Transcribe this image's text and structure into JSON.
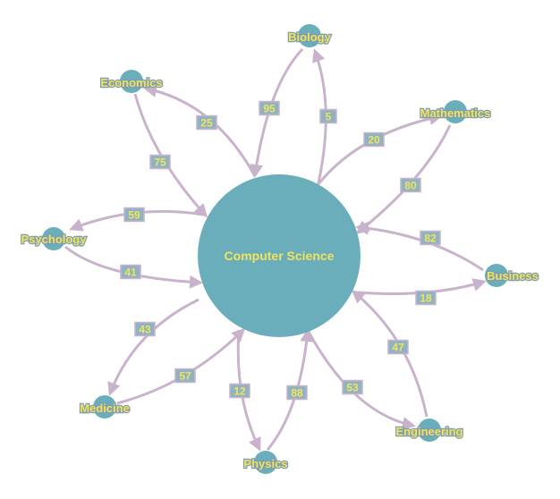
{
  "center": {
    "label": "Computer Science"
  },
  "colors": {
    "node": "#6aaebb",
    "label": "#f2e35a",
    "edge": "#c9b3cc",
    "badge": "#8fb3c2"
  },
  "nodes": [
    {
      "id": "biology",
      "label": "Biology"
    },
    {
      "id": "mathematics",
      "label": "Mathematics"
    },
    {
      "id": "business",
      "label": "Business"
    },
    {
      "id": "engineering",
      "label": "Engineering"
    },
    {
      "id": "physics",
      "label": "Physics"
    },
    {
      "id": "medicine",
      "label": "Medicine"
    },
    {
      "id": "psychology",
      "label": "Psychology"
    },
    {
      "id": "economics",
      "label": "Economics"
    }
  ],
  "edges": [
    {
      "id": "cs-biology",
      "from": "center",
      "to": "biology",
      "value": "5"
    },
    {
      "id": "biology-cs",
      "from": "biology",
      "to": "center",
      "value": "95"
    },
    {
      "id": "cs-mathematics",
      "from": "center",
      "to": "mathematics",
      "value": "20"
    },
    {
      "id": "mathematics-cs",
      "from": "mathematics",
      "to": "center",
      "value": "80"
    },
    {
      "id": "business-cs",
      "from": "business",
      "to": "center",
      "value": "82"
    },
    {
      "id": "cs-business",
      "from": "center",
      "to": "business",
      "value": "18"
    },
    {
      "id": "engineering-cs",
      "from": "engineering",
      "to": "center",
      "value": "47"
    },
    {
      "id": "cs-engineering",
      "from": "center",
      "to": "engineering",
      "value": "53"
    },
    {
      "id": "physics-cs",
      "from": "physics",
      "to": "center",
      "value": "88"
    },
    {
      "id": "cs-physics",
      "from": "center",
      "to": "physics",
      "value": "12"
    },
    {
      "id": "medicine-cs",
      "from": "medicine",
      "to": "center",
      "value": "57"
    },
    {
      "id": "cs-medicine",
      "from": "center",
      "to": "medicine",
      "value": "43"
    },
    {
      "id": "psychology-cs",
      "from": "psychology",
      "to": "center",
      "value": "41"
    },
    {
      "id": "cs-psychology",
      "from": "center",
      "to": "psychology",
      "value": "59"
    },
    {
      "id": "economics-cs",
      "from": "economics",
      "to": "center",
      "value": "75"
    },
    {
      "id": "cs-economics",
      "from": "center",
      "to": "economics",
      "value": "25"
    }
  ]
}
